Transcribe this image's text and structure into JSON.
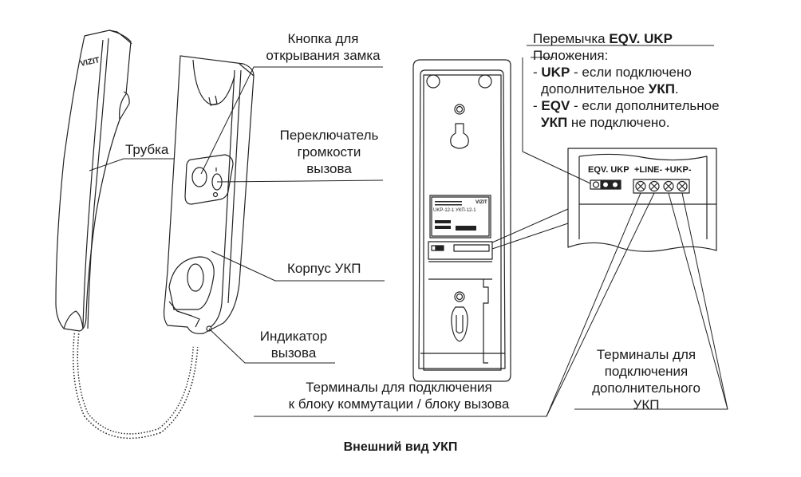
{
  "diagram": {
    "caption": "Внешний вид УКП",
    "handset": {
      "brand_logo": "VIZIT",
      "label": "Трубка"
    },
    "callouts": {
      "unlock_button": {
        "line1": "Кнопка для",
        "line2": "открывания замка"
      },
      "volume_switch": {
        "line1": "Переключатель",
        "line2": "громкости",
        "line3": "вызова"
      },
      "housing": {
        "line1": "Корпус УКП"
      },
      "call_indicator": {
        "line1": "Индикатор",
        "line2": "вызова"
      },
      "main_terminals": {
        "line1": "Терминалы для подключения",
        "line2": "к блоку коммутации / блоку вызова"
      },
      "extra_terminals": {
        "line1": "Терминалы для",
        "line2": "подключения",
        "line3": "дополнительного",
        "line4": "УКП"
      }
    },
    "jumper_note": {
      "title_prefix": "Перемычка ",
      "title_bold": "EQV. UKP",
      "positions_label": "Положения:",
      "ukp_dash": "- ",
      "ukp_bold": "UKP",
      "ukp_text": " - если подключено",
      "ukp_text2": "дополнительное ",
      "ukp_bold2": "УКП",
      "ukp_end": ".",
      "eqv_dash": "- ",
      "eqv_bold": "EQV",
      "eqv_text": " - если дополнительное",
      "eqv_bold2": "УКП",
      "eqv_text2": " не подключено."
    },
    "detail_box": {
      "jumper_label": "EQV. UKP",
      "terminal_label": "+LINE- +UKP-"
    },
    "nameplate": {
      "model": "UKP-12-1  УКП-12-1",
      "brand": "VIZIT"
    }
  }
}
